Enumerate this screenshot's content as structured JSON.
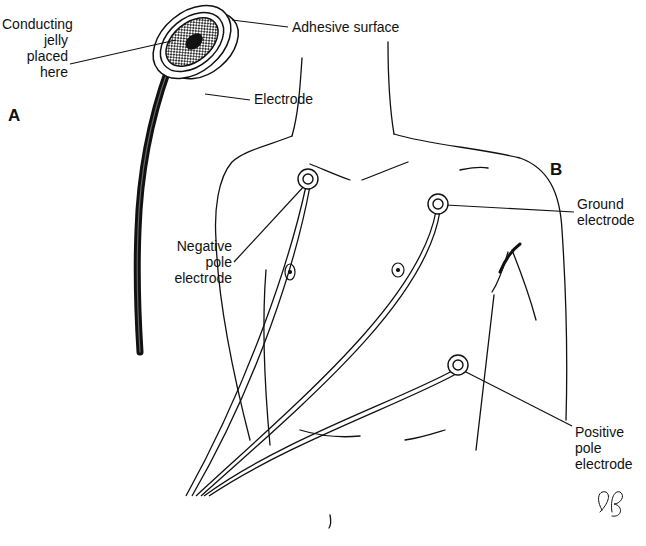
{
  "diagram": {
    "labels": [
      "Adhesive surface",
      "A",
      "Conducting jelly placed here",
      "Electrode",
      "B",
      "Ground electrode",
      "Negative pole electrode",
      "Positive pole electrode"
    ]
  }
}
